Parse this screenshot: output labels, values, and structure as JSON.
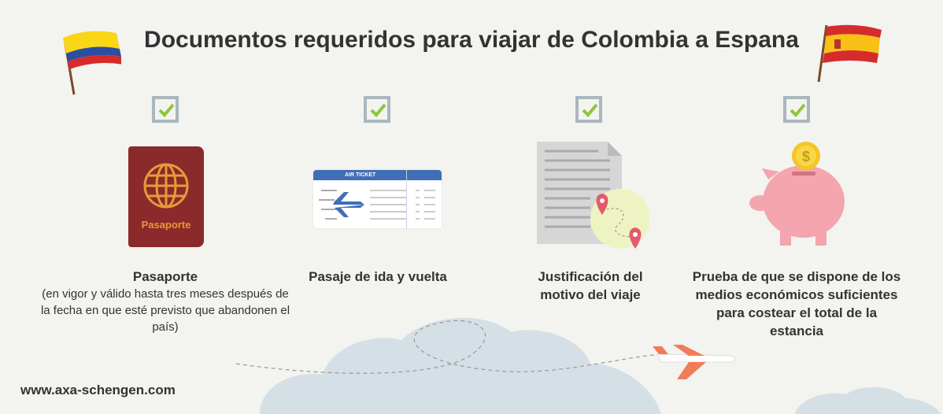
{
  "title": "Documentos requeridos para viajar de Colombia a Espana",
  "items": [
    {
      "label": "Pasaporte",
      "detail": "(en vigor y válido hasta tres meses después de la fecha en que esté previsto que abandonen el país)",
      "icon_text": "Pasaporte"
    },
    {
      "label": "Pasaje de ida y vuelta",
      "icon_text": "AIR TICKET"
    },
    {
      "label": "Justificación del motivo del viaje"
    },
    {
      "label": "Prueba de que se dispone de los medios económicos suficientes para costear el total de la estancia",
      "icon_text": "$"
    }
  ],
  "footer_url": "www.axa-schengen.com",
  "colors": {
    "check": "#8cc63f",
    "box": "#a9b7be",
    "cloud": "#d5dfe6",
    "passport": "#8b2a2a",
    "ticket": "#3f6fb6",
    "pig": "#f4a5ad"
  }
}
